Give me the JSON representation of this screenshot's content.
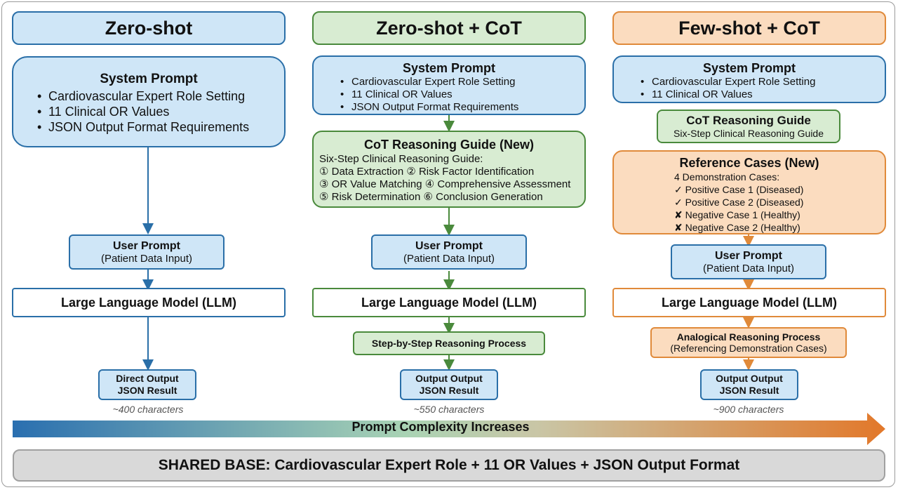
{
  "columns": {
    "zero": {
      "header": "Zero-shot",
      "system": {
        "title": "System Prompt",
        "items": [
          "Cardiovascular Expert Role Setting",
          "11 Clinical OR Values",
          "JSON Output Format Requirements"
        ]
      },
      "user": {
        "title": "User Prompt",
        "sub": "(Patient Data Input)"
      },
      "llm": "Large Language Model (LLM)",
      "output": {
        "line1": "Direct Output",
        "line2": "JSON Result"
      },
      "chars": "~400 characters"
    },
    "cot": {
      "header": "Zero-shot + CoT",
      "system": {
        "title": "System Prompt",
        "items": [
          "Cardiovascular Expert Role Setting",
          "11 Clinical OR Values",
          "JSON Output Format Requirements"
        ]
      },
      "guide": {
        "title": "CoT Reasoning Guide (New)",
        "intro": "Six-Step Clinical Reasoning Guide:",
        "lines": [
          "① Data Extraction  ② Risk Factor Identification",
          "③ OR Value Matching  ④ Comprehensive Assessment",
          "⑤ Risk Determination  ⑥ Conclusion Generation"
        ]
      },
      "user": {
        "title": "User Prompt",
        "sub": "(Patient Data Input)"
      },
      "llm": "Large Language Model (LLM)",
      "process": "Step-by-Step Reasoning Process",
      "output": {
        "line1": "Output Output",
        "line2": "JSON Result"
      },
      "chars": "~550 characters"
    },
    "few": {
      "header": "Few-shot + CoT",
      "system": {
        "title": "System Prompt",
        "items": [
          "Cardiovascular Expert Role Setting",
          "11 Clinical OR Values"
        ]
      },
      "guide": {
        "title": "CoT Reasoning Guide",
        "sub": "Six-Step Clinical Reasoning Guide"
      },
      "reference": {
        "title": "Reference Cases (New)",
        "intro": "4 Demonstration Cases:",
        "cases": [
          "✓ Positive Case 1 (Diseased)",
          "✓ Positive Case 2 (Diseased)",
          "✘ Negative Case 1 (Healthy)",
          "✘ Negative Case 2 (Healthy)"
        ]
      },
      "user": {
        "title": "User Prompt",
        "sub": "(Patient Data Input)"
      },
      "llm": "Large Language Model (LLM)",
      "process": {
        "line1": "Analogical Reasoning Process",
        "line2": "(Referencing Demonstration Cases)"
      },
      "output": {
        "line1": "Output Output",
        "line2": "JSON Result"
      },
      "chars": "~900 characters"
    }
  },
  "complexity_label": "Prompt Complexity Increases",
  "shared_base": "SHARED BASE: Cardiovascular Expert Role + 11 OR Values + JSON Output Format",
  "colors": {
    "blue_fill": "#cfe6f7",
    "blue_border": "#2a6fa8",
    "green_fill": "#d8ecd2",
    "green_border": "#4a8a3c",
    "orange_fill": "#fbdcbf",
    "orange_border": "#e08a3a",
    "shared_fill": "#d9d9d9"
  }
}
